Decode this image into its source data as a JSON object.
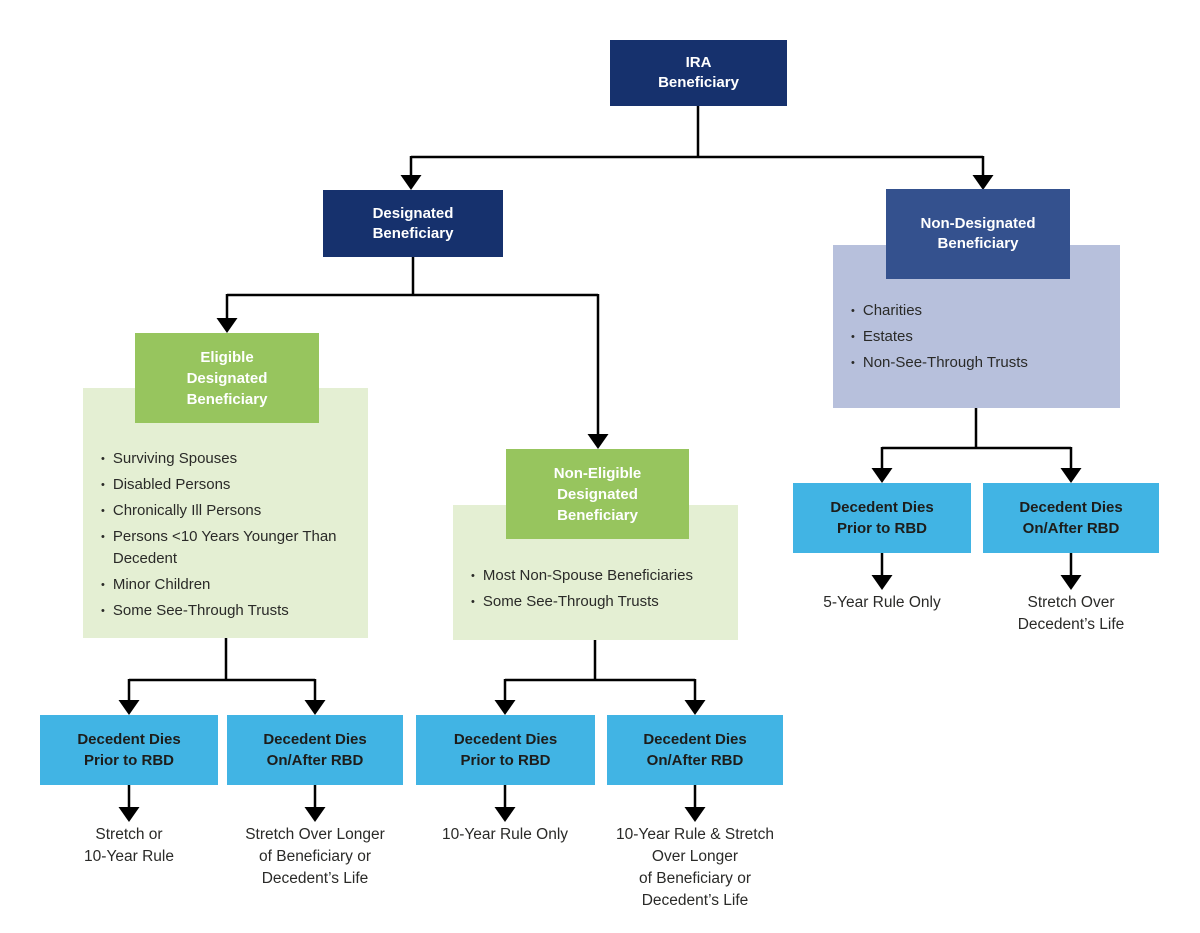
{
  "title": "IRA Beneficiary Flowchart",
  "palette": {
    "navy": "#16316d",
    "indigo": "#34518e",
    "indigo_panel": "#b7c0dc",
    "green": "#97c55e",
    "green_panel": "#e4efd3",
    "cyan": "#41b4e4",
    "line": "#000000",
    "heading_text": "#ffffff",
    "cyan_box_text": "#1d1d1b",
    "body_text": "#2a2a28"
  },
  "nodes": {
    "root": {
      "label": "IRA\nBeneficiary"
    },
    "designated": {
      "label": "Designated\nBeneficiary"
    },
    "non_designated": {
      "label": "Non-Designated\nBeneficiary",
      "items": [
        "Charities",
        "Estates",
        "Non-See-Through Trusts"
      ]
    },
    "eligible": {
      "label": "Eligible\nDesignated\nBeneficiary",
      "items": [
        "Surviving Spouses",
        "Disabled Persons",
        "Chronically Ill Persons",
        "Persons <10 Years Younger Than Decedent",
        "Minor Children",
        "Some See-Through Trusts"
      ]
    },
    "non_eligible": {
      "label": "Non-Eligible\nDesignated\nBeneficiary",
      "items": [
        "Most Non-Spouse Beneficiaries",
        "Some See-Through Trusts"
      ]
    },
    "edb_prior": {
      "label": "Decedent Dies\nPrior to RBD",
      "outcome": "Stretch or\n10-Year Rule"
    },
    "edb_after": {
      "label": "Decedent Dies\nOn/After RBD",
      "outcome": "Stretch Over Longer\nof Beneficiary or\nDecedent’s Life"
    },
    "nedb_prior": {
      "label": "Decedent Dies\nPrior to RBD",
      "outcome": "10-Year Rule Only"
    },
    "nedb_after": {
      "label": "Decedent Dies\nOn/After RBD",
      "outcome": "10-Year Rule & Stretch\nOver Longer\nof Beneficiary or\nDecedent’s Life"
    },
    "ndb_prior": {
      "label": "Decedent Dies\nPrior to RBD",
      "outcome": "5-Year Rule Only"
    },
    "ndb_after": {
      "label": "Decedent Dies\nOn/After RBD",
      "outcome": "Stretch Over\nDecedent’s Life"
    }
  }
}
